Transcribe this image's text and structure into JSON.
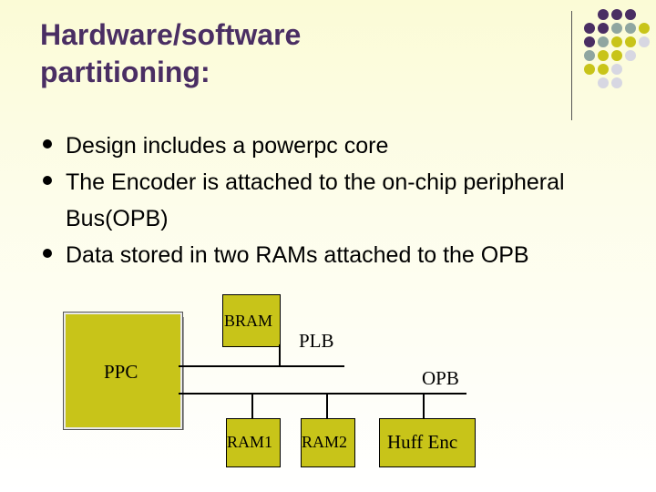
{
  "slide": {
    "title_line1": "Hardware/software",
    "title_line2": "partitioning:",
    "bullets": [
      "Design includes a powerpc core",
      "The Encoder is attached to the on-chip peripheral Bus(OPB)",
      "Data stored in two RAMs attached to the OPB"
    ]
  },
  "diagram": {
    "ppc_label": "PPC",
    "bram_label": "BRAM",
    "plb_label": "PLB",
    "opb_label": "OPB",
    "ram1_label": "RAM1",
    "ram2_label": "RAM2",
    "huff_label": "Huff Enc"
  },
  "colors": {
    "title": "#4a2e63",
    "box_fill": "#c8c419",
    "dot_purple": "#4a2e63",
    "dot_teal": "#8fa6a0",
    "dot_yellow": "#c8c419",
    "dot_gray": "#d7d7e2"
  }
}
